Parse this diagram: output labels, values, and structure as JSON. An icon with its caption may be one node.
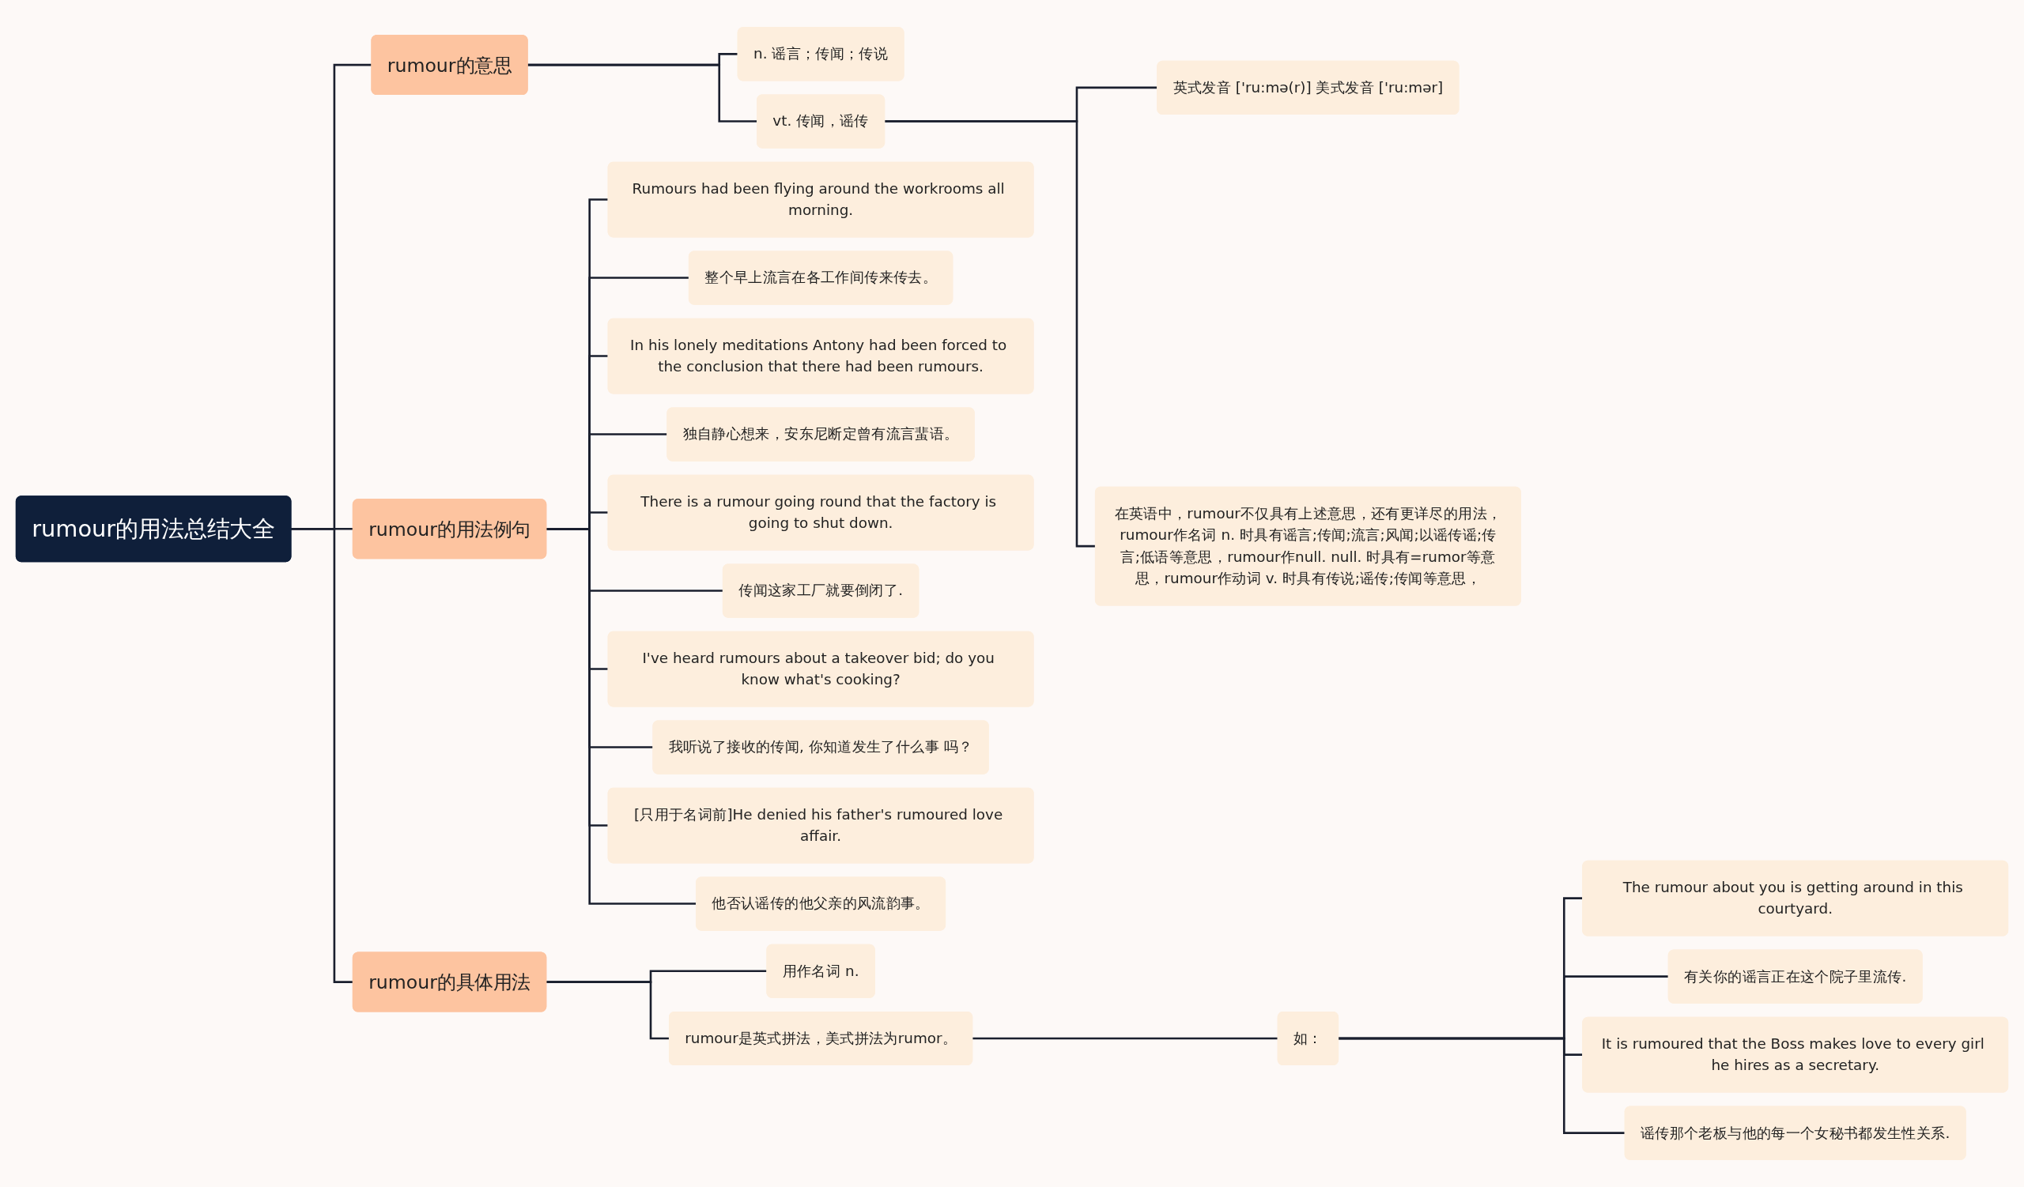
{
  "diagram": {
    "nodes": [
      {
        "text": [
          "rumour的用法总结大全"
        ]
      },
      {
        "text": [
          "rumour的意思"
        ]
      },
      {
        "text": [
          "n. 谣言；传闻；传说"
        ]
      },
      {
        "text": [
          "vt. 传闻，谣传"
        ]
      },
      {
        "text": [
          "英式发音 ['ru:mə(r)] 美式发音 ['ru:mər]"
        ]
      },
      {
        "text": [
          "在英语中，rumour不仅具有上述意思，还有更详尽的用法，rumour作名词 n. 时具有谣言;传闻;流言;风闻;以谣传谣;传言;低语等意思，rumour作null. null. 时具有=rumor等意思，rumour作动词 v. 时具有传说;谣传;传闻等意思，"
        ]
      },
      {
        "text": [
          "rumour的用法例句"
        ]
      },
      {
        "text": [
          "Rumours had been flying around the workrooms all morning."
        ]
      },
      {
        "text": [
          "整个早上流言在各工作间传来传去。"
        ]
      },
      {
        "text": [
          "In his lonely meditations Antony had been forced to the conclusion that there had been rumours."
        ]
      },
      {
        "text": [
          "独自静心想来，安东尼断定曾有流言蜚语。"
        ]
      },
      {
        "text": [
          "There is a rumour going round that the factory is going to shut down."
        ]
      },
      {
        "text": [
          "传闻这家工厂就要倒闭了."
        ]
      },
      {
        "text": [
          "I've heard rumours about a takeover bid; do you know what's cooking?"
        ]
      },
      {
        "text": [
          "我听说了接收的传闻, 你知道发生了什么事 吗？"
        ]
      },
      {
        "text": [
          "[只用于名词前]He denied his father's rumoured love affair."
        ]
      },
      {
        "text": [
          "他否认谣传的他父亲的风流韵事。"
        ]
      },
      {
        "text": [
          "rumour的具体用法"
        ]
      },
      {
        "text": [
          "用作名词 n."
        ]
      },
      {
        "text": [
          "rumour是英式拼法，美式拼法为rumor。"
        ]
      },
      {
        "text": [
          "如："
        ]
      },
      {
        "text": [
          "The rumour about you is getting around in this courtyard."
        ]
      },
      {
        "text": [
          "有关你的谣言正在这个院子里流传."
        ]
      },
      {
        "text": [
          "It is rumoured that the Boss makes love to every girl he hires as a secretary."
        ]
      },
      {
        "text": [
          "谣传那个老板与他的每一个女秘书都发生性关系."
        ]
      }
    ],
    "edges": [
      {
        "from": 0,
        "to": 1,
        "arrow": "none"
      },
      {
        "from": 1,
        "to": 2,
        "arrow": "none"
      },
      {
        "from": 1,
        "to": 3,
        "arrow": "none"
      },
      {
        "from": 3,
        "to": 4,
        "arrow": "none"
      },
      {
        "from": 3,
        "to": 5,
        "arrow": "none"
      },
      {
        "from": 0,
        "to": 6,
        "arrow": "none"
      },
      {
        "from": 6,
        "to": 7,
        "arrow": "none"
      },
      {
        "from": 6,
        "to": 8,
        "arrow": "none"
      },
      {
        "from": 6,
        "to": 9,
        "arrow": "none"
      },
      {
        "from": 6,
        "to": 10,
        "arrow": "none"
      },
      {
        "from": 6,
        "to": 11,
        "arrow": "none"
      },
      {
        "from": 6,
        "to": 12,
        "arrow": "none"
      },
      {
        "from": 6,
        "to": 13,
        "arrow": "none"
      },
      {
        "from": 6,
        "to": 14,
        "arrow": "none"
      },
      {
        "from": 6,
        "to": 15,
        "arrow": "none"
      },
      {
        "from": 6,
        "to": 16,
        "arrow": "none"
      },
      {
        "from": 0,
        "to": 17,
        "arrow": "none"
      },
      {
        "from": 17,
        "to": 18,
        "arrow": "none"
      },
      {
        "from": 17,
        "to": 19,
        "arrow": "none"
      },
      {
        "from": 19,
        "to": 20,
        "arrow": "none"
      },
      {
        "from": 20,
        "to": 21,
        "arrow": "none"
      },
      {
        "from": 20,
        "to": 22,
        "arrow": "none"
      },
      {
        "from": 20,
        "to": 23,
        "arrow": "none"
      },
      {
        "from": 20,
        "to": 24,
        "arrow": "none"
      }
    ]
  }
}
